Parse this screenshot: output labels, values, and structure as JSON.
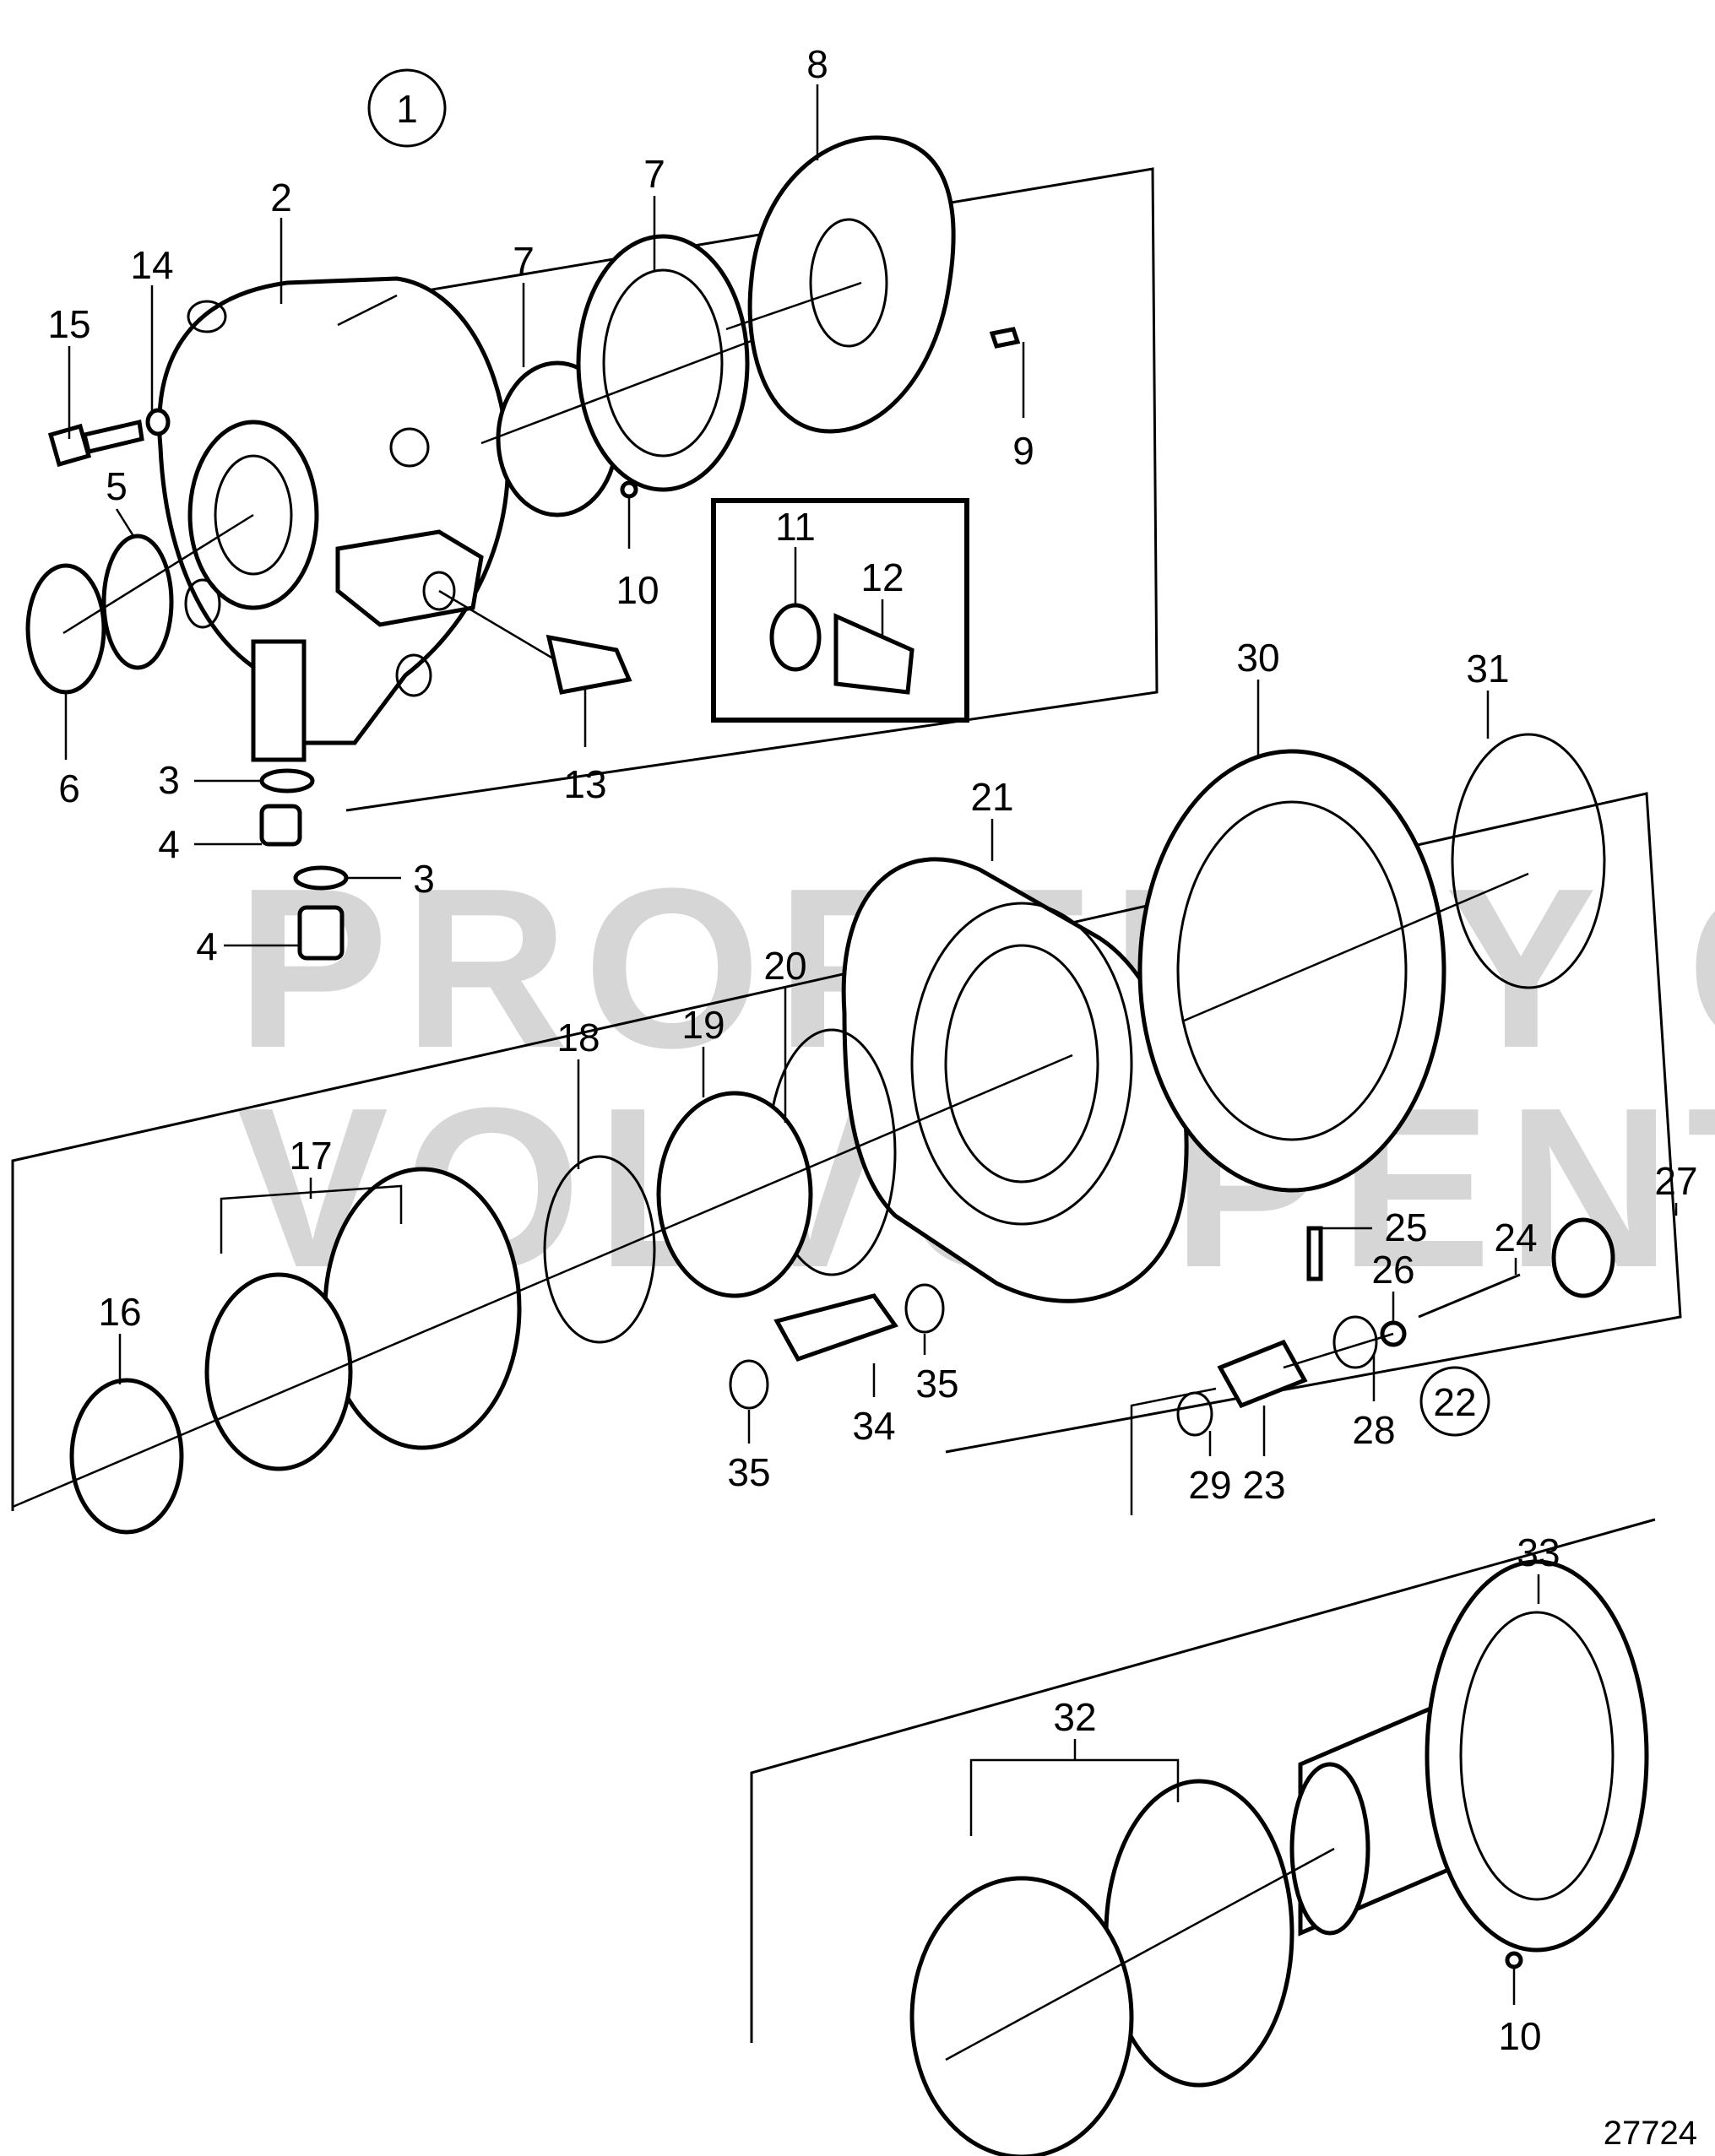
{
  "diagram": {
    "reference_number": "27724",
    "watermark": [
      "PROPERTY OF",
      "VOLVO PENTA"
    ],
    "callouts": {
      "c1": "1",
      "c2": "2",
      "c3a": "3",
      "c3b": "3",
      "c4a": "4",
      "c4b": "4",
      "c5": "5",
      "c6": "6",
      "c7a": "7",
      "c7b": "7",
      "c8": "8",
      "c9": "9",
      "c10a": "10",
      "c10b": "10",
      "c11": "11",
      "c12": "12",
      "c13": "13",
      "c14": "14",
      "c15": "15",
      "c16": "16",
      "c17": "17",
      "c18": "18",
      "c19": "19",
      "c20": "20",
      "c21": "21",
      "c22": "22",
      "c23": "23",
      "c24": "24",
      "c25": "25",
      "c26": "26",
      "c27": "27",
      "c28": "28",
      "c29": "29",
      "c30": "30",
      "c31": "31",
      "c32": "32",
      "c33": "33",
      "c34": "34",
      "c35a": "35",
      "c35b": "35"
    }
  }
}
